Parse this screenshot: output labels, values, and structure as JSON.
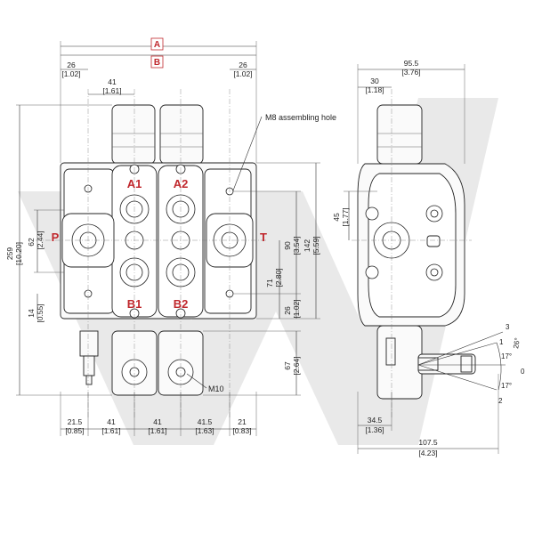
{
  "ports": {
    "A1": "A1",
    "A2": "A2",
    "B1": "B1",
    "B2": "B2",
    "P": "P",
    "T": "T"
  },
  "boxes": {
    "A": "A",
    "B": "B"
  },
  "notes": {
    "m8": "M8 assembling hole",
    "m10": "M10"
  },
  "dims_top": {
    "left_26": "26",
    "left_26_in": "[1.02]",
    "mid_41": "41",
    "mid_41_in": "[1.61]",
    "right_26": "26",
    "right_26_in": "[1.02]"
  },
  "dims_bottom": [
    {
      "v": "21.5",
      "i": "[0.85]"
    },
    {
      "v": "41",
      "i": "[1.61]"
    },
    {
      "v": "41",
      "i": "[1.61]"
    },
    {
      "v": "41.5",
      "i": "[1.63]"
    },
    {
      "v": "21",
      "i": "[0.83]"
    }
  ],
  "dims_left": {
    "d259": "259",
    "d259_in": "[10.20]",
    "d62": "62",
    "d62_in": "[2.44]",
    "d14": "14",
    "d14_in": "[0.55]"
  },
  "dims_right": {
    "d90": "90",
    "d90_in": "[3.54]",
    "d142": "142",
    "d142_in": "[5.59]",
    "d71": "71",
    "d71_in": "[2.80]",
    "d26": "26",
    "d26_in": "[1.02]",
    "d67": "67",
    "d67_in": "[2.64]"
  },
  "side": {
    "d30": "30",
    "d30_in": "[1.18]",
    "d95": "95.5",
    "d95_in": "[3.76]",
    "d45": "45",
    "d45_in": "[1.77]",
    "d34": "34.5",
    "d34_in": "[1.36]",
    "d107": "107.5",
    "d107_in": "[4.23]",
    "pos3": "3",
    "pos1": "1",
    "pos0": "0",
    "pos2": "2",
    "ang26": "26°",
    "ang17a": "17°",
    "ang17b": "17°"
  },
  "colors": {
    "accent": "#c0282d",
    "line": "#222222",
    "watermark": "#e6e6e6"
  }
}
